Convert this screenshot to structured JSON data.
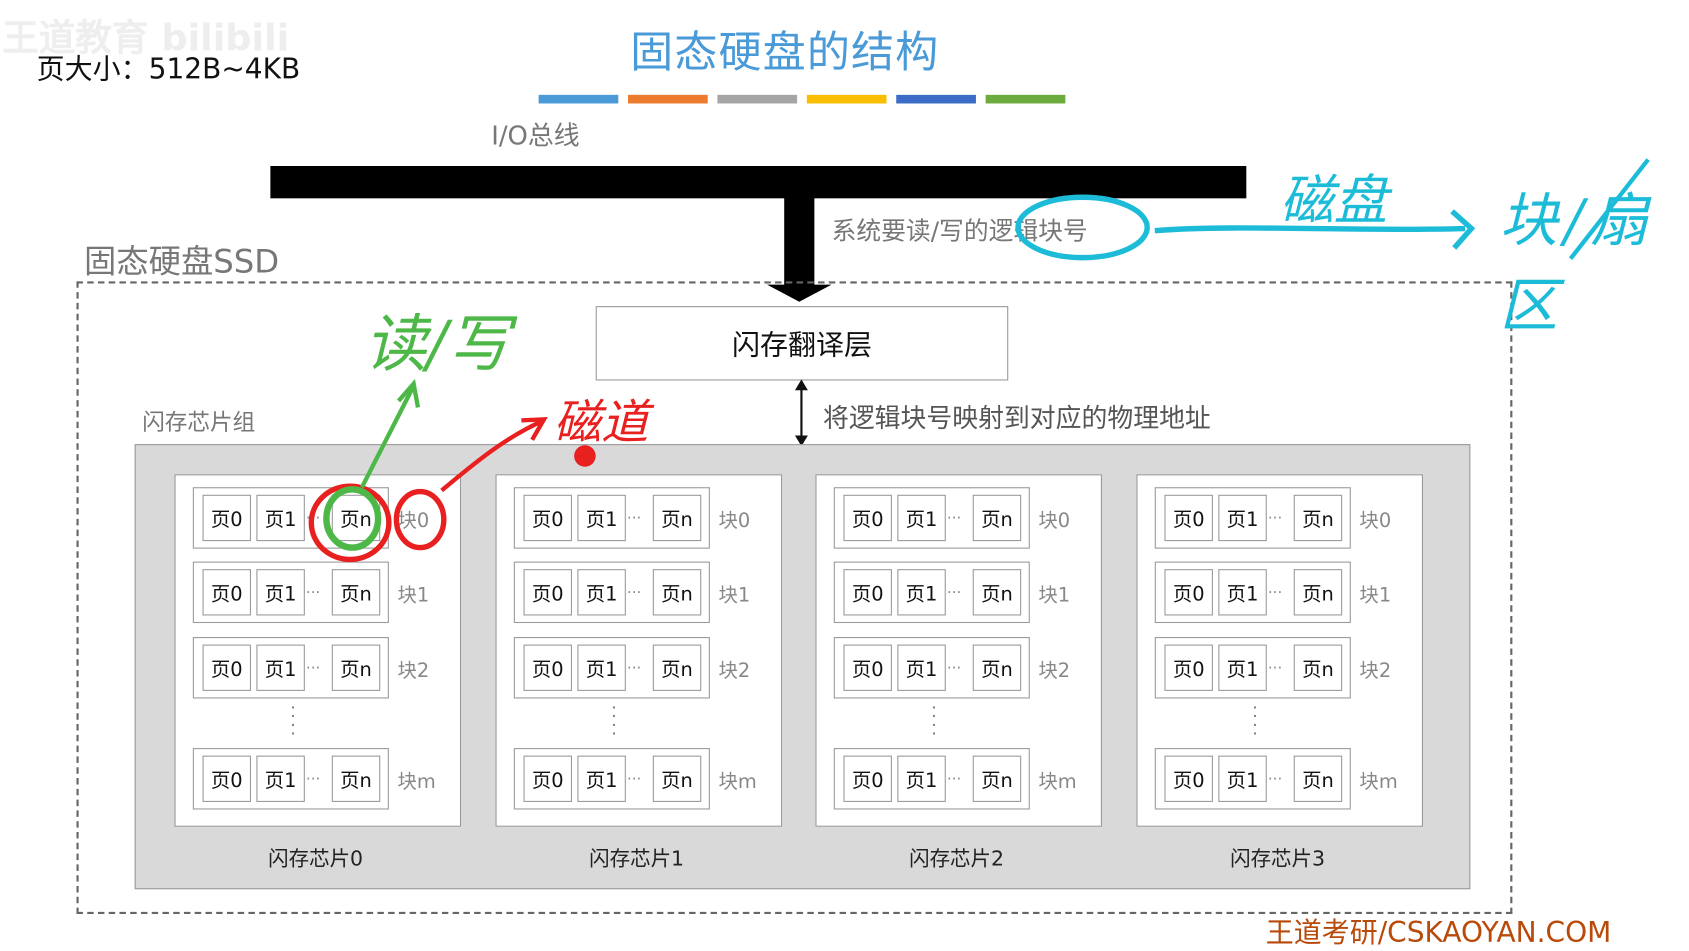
{
  "watermark": "王道教育 bilibili",
  "page_size": "页大小：512B~4KB",
  "title": "固态硬盘的结构",
  "title_bar_colors": [
    "#4a9ad8",
    "#ec7b2d",
    "#a5a5a5",
    "#fbbd00",
    "#3b6cc8",
    "#6cab3e"
  ],
  "io_bus_label": "I/O总线",
  "system_request": "系统要读/写的逻辑块号",
  "ssd_label": "固态硬盘SSD",
  "ftl_label": "闪存翻译层",
  "mapping_text": "将逻辑块号映射到对应的物理地址",
  "chip_group_label": "闪存芯片组",
  "chips": [
    {
      "name": "闪存芯片0",
      "blocks": [
        "块0",
        "块1",
        "块2",
        "块m"
      ]
    },
    {
      "name": "闪存芯片1",
      "blocks": [
        "块0",
        "块1",
        "块2",
        "块m"
      ]
    },
    {
      "name": "闪存芯片2",
      "blocks": [
        "块0",
        "块1",
        "块2",
        "块m"
      ]
    },
    {
      "name": "闪存芯片3",
      "blocks": [
        "块0",
        "块1",
        "块2",
        "块m"
      ]
    }
  ],
  "pages": [
    "页0",
    "页1",
    "页n"
  ],
  "ellipsis": "...",
  "annotations": {
    "disk_mapping": "磁盘",
    "disk_target": "块/扇区",
    "read_write": "读/写",
    "track": "磁道",
    "colors": {
      "cyan": "#1cbcd8",
      "green": "#4db848",
      "red": "#e8201f"
    }
  },
  "footer": "王道考研/CSKAOYAN.COM"
}
